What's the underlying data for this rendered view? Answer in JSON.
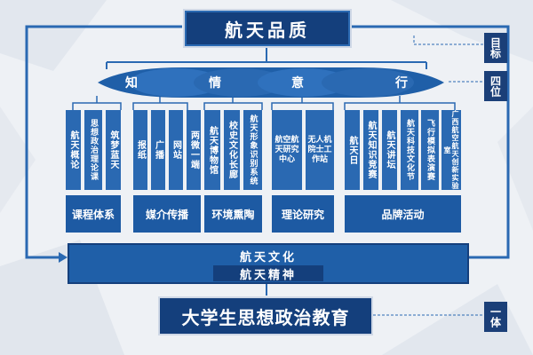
{
  "top_title": "航天品质",
  "pillars": [
    "知",
    "情",
    "意",
    "行"
  ],
  "categories": [
    "课程体系",
    "媒介传播",
    "环境熏陶",
    "理论研究",
    "品牌活动"
  ],
  "items": [
    "航天概论",
    "思想政治理论课",
    "筑梦蓝天",
    "报纸",
    "广播",
    "网站",
    "两微一端",
    "航天博物馆",
    "校史文化长廊",
    "航天形象识别系统",
    "航空航天研究中心",
    "无人机院士工作站",
    "航天日",
    "航天知识竞赛",
    "航天讲坛",
    "航天科技文化节",
    "飞行模拟表演赛",
    "广西航空航天创新实验室"
  ],
  "culture": {
    "line1": "航天文化",
    "line2": "航天精神"
  },
  "bottom_title": "大学生思想政治教育",
  "side_tags": [
    "目标",
    "四位",
    "一体"
  ]
}
